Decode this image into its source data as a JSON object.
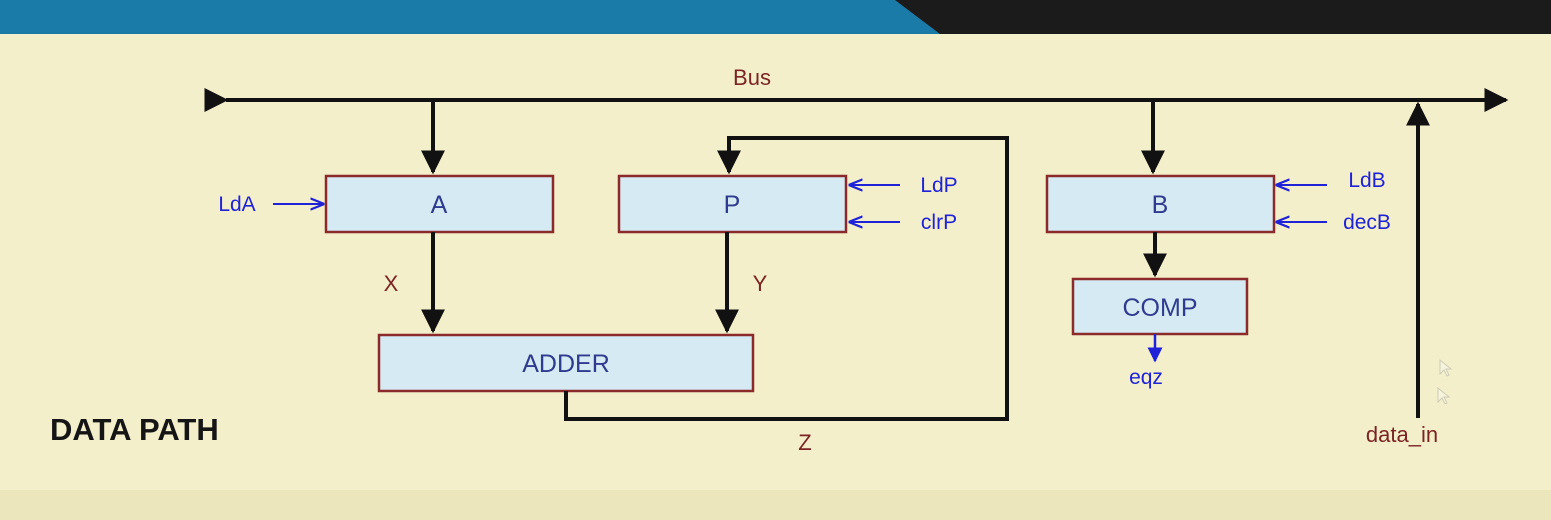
{
  "diagram": {
    "title": "DATA PATH",
    "bus_label": "Bus",
    "registers": {
      "a": "A",
      "p": "P",
      "b": "B",
      "adder": "ADDER",
      "comp": "COMP"
    },
    "controls": {
      "ldA": "LdA",
      "ldP": "LdP",
      "clrP": "clrP",
      "ldB": "LdB",
      "decB": "decB",
      "eqz": "eqz"
    },
    "signals": {
      "x": "X",
      "y": "Y",
      "z": "Z",
      "data_in": "data_in"
    }
  },
  "colors": {
    "slide_background": "#f4efcb",
    "header_band": "#1a7aa8",
    "header_dark": "#1b1b1b",
    "box_fill": "#d6eaf3",
    "box_border": "#8b2a2a",
    "register_text": "#2f3b8f",
    "control_text": "#1f22d6",
    "signal_text": "#7a2424",
    "wire": "#111111"
  }
}
